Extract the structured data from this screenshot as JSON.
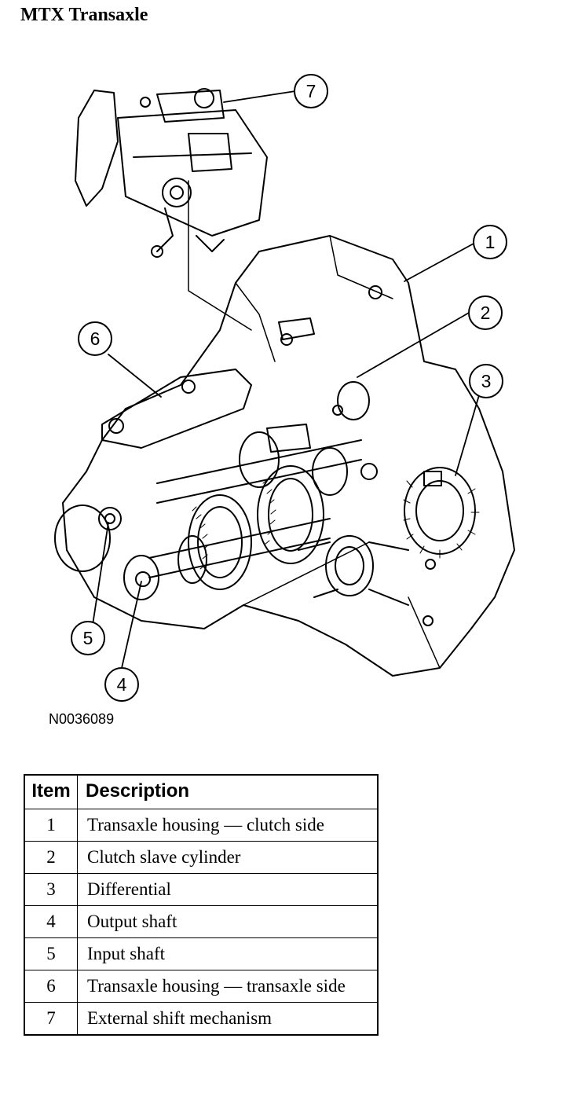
{
  "title": "MTX Transaxle",
  "figure_id": "N0036089",
  "callouts": [
    "1",
    "2",
    "3",
    "4",
    "5",
    "6",
    "7"
  ],
  "table": {
    "headers": [
      "Item",
      "Description"
    ],
    "rows": [
      {
        "item": "1",
        "description": "Transaxle housing — clutch side"
      },
      {
        "item": "2",
        "description": "Clutch slave cylinder"
      },
      {
        "item": "3",
        "description": "Differential"
      },
      {
        "item": "4",
        "description": "Output shaft"
      },
      {
        "item": "5",
        "description": "Input shaft"
      },
      {
        "item": "6",
        "description": "Transaxle housing — transaxle side"
      },
      {
        "item": "7",
        "description": "External shift mechanism"
      }
    ]
  }
}
